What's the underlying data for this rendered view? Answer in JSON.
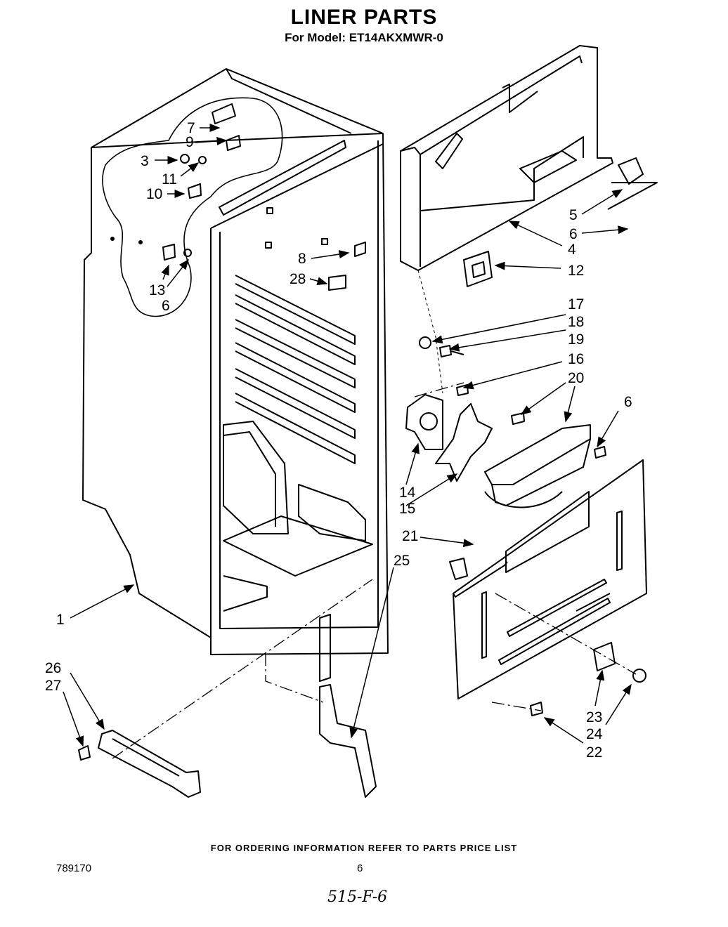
{
  "header": {
    "title": "LINER PARTS",
    "subtitle": "For Model: ET14AKXMWR-0"
  },
  "callouts": [
    {
      "id": "c1",
      "text": "1"
    },
    {
      "id": "c3",
      "text": "3"
    },
    {
      "id": "c4",
      "text": "4"
    },
    {
      "id": "c5",
      "text": "5"
    },
    {
      "id": "c6a",
      "text": "6"
    },
    {
      "id": "c6b",
      "text": "6"
    },
    {
      "id": "c6c",
      "text": "6"
    },
    {
      "id": "c7",
      "text": "7"
    },
    {
      "id": "c8",
      "text": "8"
    },
    {
      "id": "c9",
      "text": "9"
    },
    {
      "id": "c10",
      "text": "10"
    },
    {
      "id": "c11",
      "text": "11"
    },
    {
      "id": "c12",
      "text": "12"
    },
    {
      "id": "c13",
      "text": "13"
    },
    {
      "id": "c14",
      "text": "14"
    },
    {
      "id": "c15",
      "text": "15"
    },
    {
      "id": "c16",
      "text": "16"
    },
    {
      "id": "c17",
      "text": "17"
    },
    {
      "id": "c18",
      "text": "18"
    },
    {
      "id": "c19",
      "text": "19"
    },
    {
      "id": "c20",
      "text": "20"
    },
    {
      "id": "c21",
      "text": "21"
    },
    {
      "id": "c22",
      "text": "22"
    },
    {
      "id": "c23",
      "text": "23"
    },
    {
      "id": "c24",
      "text": "24"
    },
    {
      "id": "c25",
      "text": "25"
    },
    {
      "id": "c26",
      "text": "26"
    },
    {
      "id": "c27",
      "text": "27"
    },
    {
      "id": "c28",
      "text": "28"
    }
  ],
  "footer": {
    "note": "FOR ORDERING INFORMATION REFER TO PARTS PRICE LIST",
    "doc_number": "789170",
    "page_number": "6",
    "handwritten": "515-F-6"
  }
}
